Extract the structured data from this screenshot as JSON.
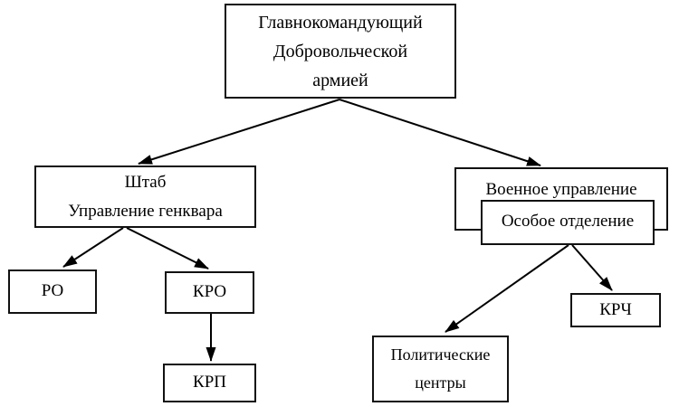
{
  "diagram": {
    "kind": "org-chart",
    "language": "ru",
    "nodes": {
      "commander": {
        "id": "commander",
        "lines": [
          "Главнокомандующий",
          "Добровольческой",
          "армией"
        ],
        "label": "Главнокомандующий Добровольческой армией"
      },
      "staff": {
        "id": "staff",
        "lines": [
          "Штаб",
          "Управление генквара"
        ],
        "label": "Штаб Управление генквара"
      },
      "military": {
        "id": "military",
        "lines": [
          "Военное управление"
        ],
        "label": "Военное управление"
      },
      "special": {
        "id": "special",
        "lines": [
          "Особое отделение"
        ],
        "label": "Особое отделение"
      },
      "ro": {
        "id": "ro",
        "lines": [
          "РО"
        ],
        "label": "РО"
      },
      "kro": {
        "id": "kro",
        "lines": [
          "КРО"
        ],
        "label": "КРО"
      },
      "krp": {
        "id": "krp",
        "lines": [
          "КРП"
        ],
        "label": "КРП"
      },
      "political": {
        "id": "political",
        "lines": [
          "Политические",
          "центры"
        ],
        "label": "Политические центры"
      },
      "krch": {
        "id": "krch",
        "lines": [
          "КРЧ"
        ],
        "label": "КРЧ"
      }
    },
    "edges": [
      {
        "from": "commander",
        "to": "staff"
      },
      {
        "from": "commander",
        "to": "military"
      },
      {
        "from": "staff",
        "to": "ro"
      },
      {
        "from": "staff",
        "to": "kro"
      },
      {
        "from": "kro",
        "to": "krp"
      },
      {
        "from": "special",
        "to": "political"
      },
      {
        "from": "special",
        "to": "krch"
      }
    ],
    "colors": {
      "background": "#ffffff",
      "box_border": "#111111",
      "arrow": "#000000",
      "text": "#000000"
    }
  }
}
